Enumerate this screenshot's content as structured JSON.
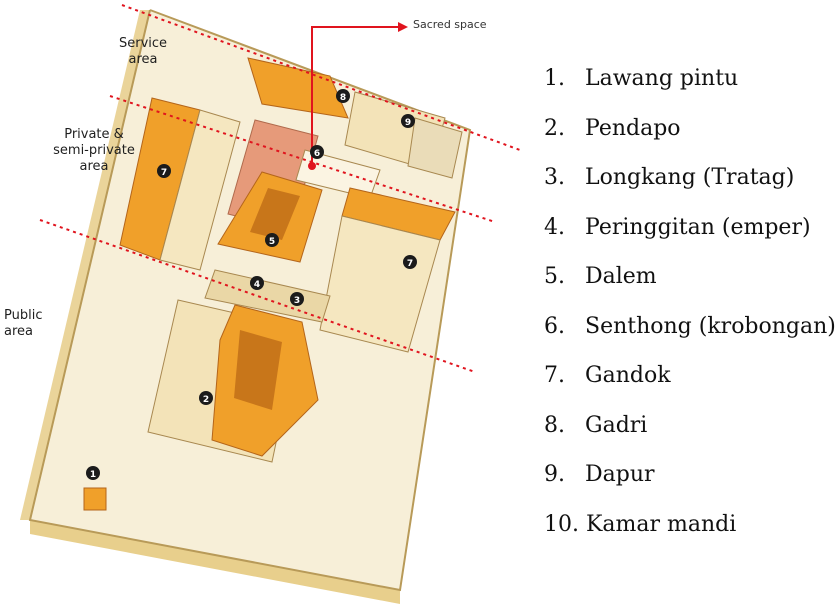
{
  "zones": {
    "service": "Service\narea",
    "private": "Private &\nsemi-private\narea",
    "public": "Public\narea"
  },
  "sacred_label": "Sacred space",
  "markers": [
    "1",
    "2",
    "3",
    "4",
    "5",
    "6",
    "7",
    "7",
    "8",
    "9"
  ],
  "legend": [
    {
      "num": "1.",
      "label": "Lawang pintu"
    },
    {
      "num": "2.",
      "label": "Pendapo"
    },
    {
      "num": "3.",
      "label": "Longkang (Tratag)"
    },
    {
      "num": "4.",
      "label": "Peringgitan (emper)"
    },
    {
      "num": "5.",
      "label": "Dalem"
    },
    {
      "num": "6.",
      "label": "Senthong (krobongan)"
    },
    {
      "num": "7.",
      "label": "Gandok"
    },
    {
      "num": "8.",
      "label": "Gadri"
    },
    {
      "num": "9.",
      "label": "Dapur"
    },
    {
      "num": "10.",
      "label": "Kamar mandi"
    }
  ],
  "colors": {
    "roof": "#f0a02a",
    "roof_dark": "#c8761a",
    "wall": "#f3e3b8",
    "divider": "#e0141e"
  }
}
